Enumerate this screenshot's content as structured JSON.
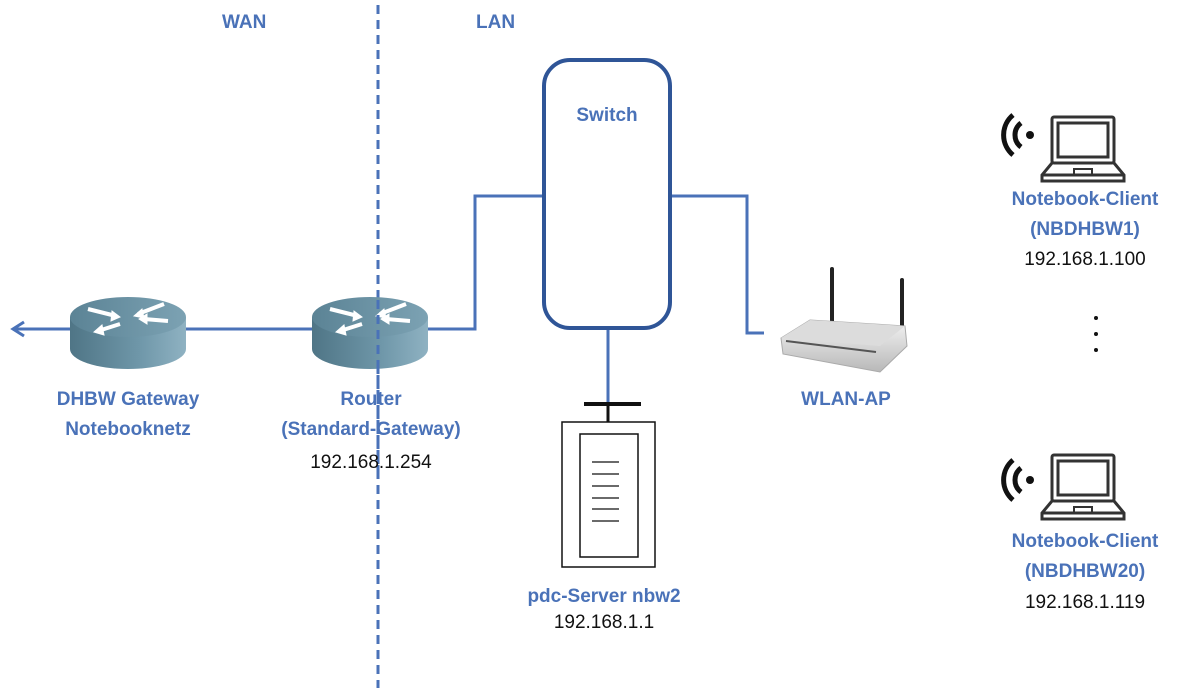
{
  "zones": {
    "wan": "WAN",
    "lan": "LAN"
  },
  "colors": {
    "link": "#4a72b8",
    "switch_border": "#2f5597",
    "label": "#4a72b8",
    "router": "#5f8a9c"
  },
  "nodes": {
    "gateway": {
      "icon": "router-icon",
      "name_line1": "DHBW Gateway",
      "name_line2": "Notebooknetz"
    },
    "router": {
      "icon": "router-icon",
      "name_line1": "Router",
      "name_line2": "(Standard-Gateway)",
      "ip": "192.168.1.254"
    },
    "switch": {
      "name": "Switch"
    },
    "server": {
      "icon": "server-icon",
      "name": "pdc-Server nbw2",
      "ip": "192.168.1.1"
    },
    "wlan_ap": {
      "icon": "wireless-access-point-icon",
      "name": "WLAN-AP"
    },
    "client1": {
      "icon": "laptop-icon",
      "name_line1": "Notebook-Client",
      "name_line2": "(NBDHBW1)",
      "ip": "192.168.1.100"
    },
    "client20": {
      "icon": "laptop-icon",
      "name_line1": "Notebook-Client",
      "name_line2": "(NBDHBW20)",
      "ip": "192.168.1.119"
    }
  },
  "ellipsis": "⋮"
}
